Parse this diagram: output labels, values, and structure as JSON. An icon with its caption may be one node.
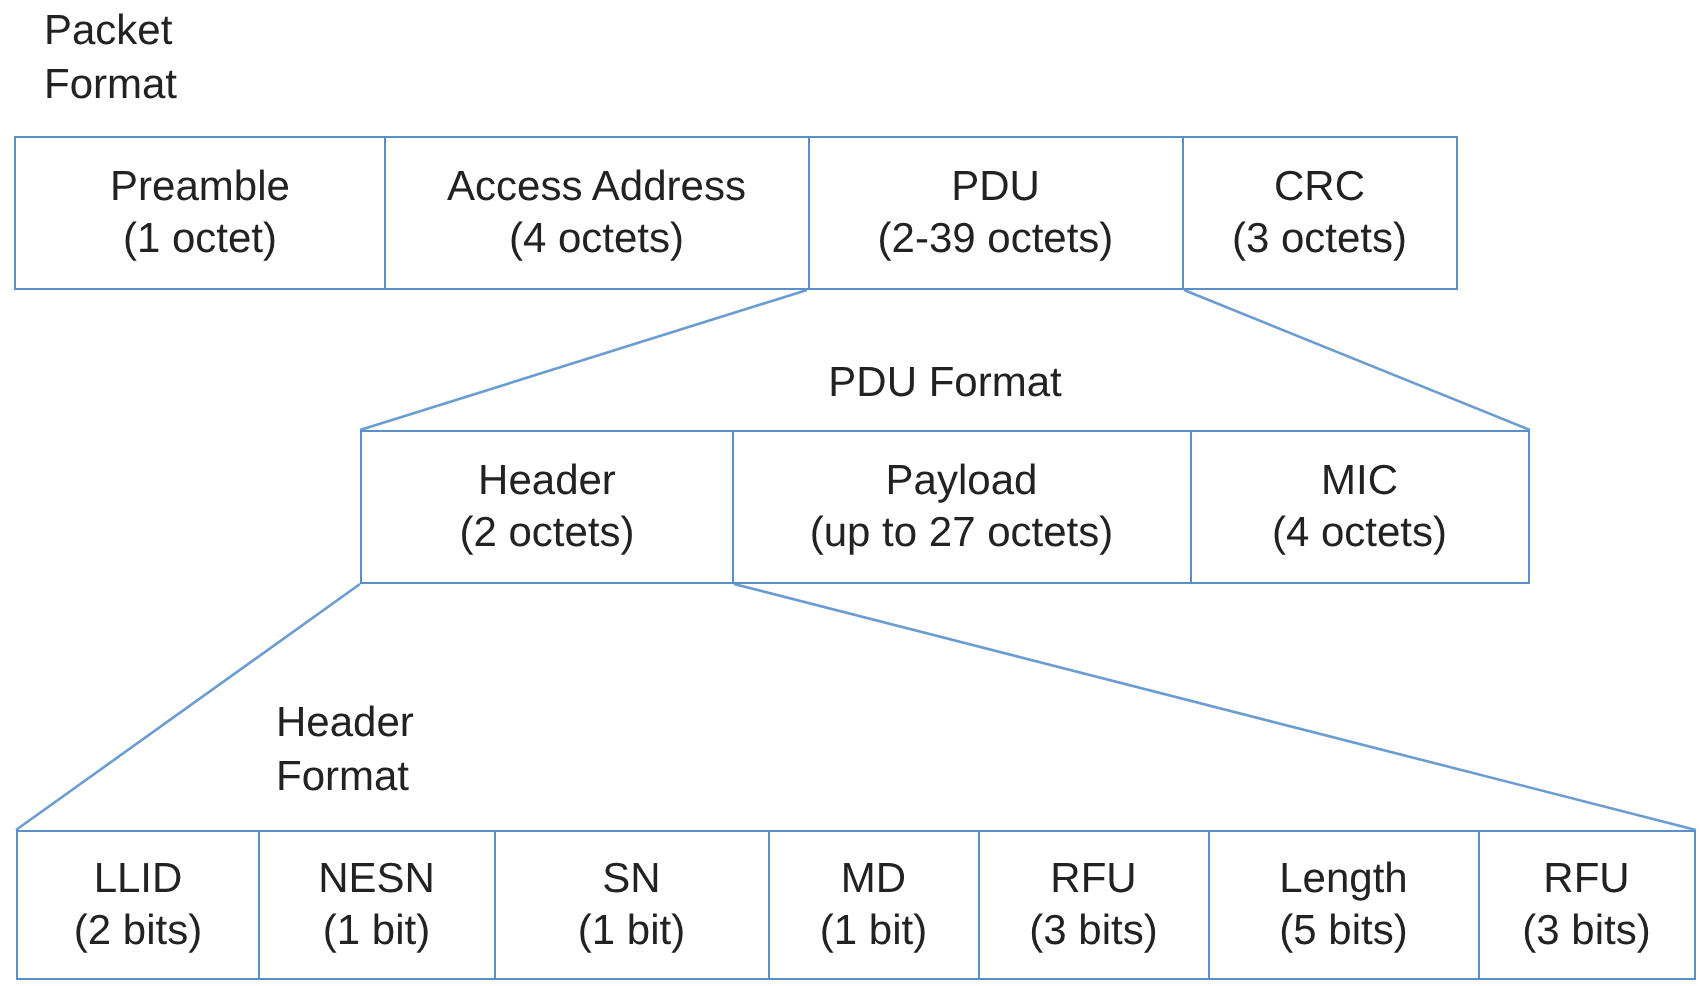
{
  "diagram": {
    "nodes": [
      {
        "text": [
          "Packet Format"
        ]
      },
      {
        "text": [
          "Preamble",
          "(1 octet)"
        ],
        "in": 0
      },
      {
        "text": [
          "Access Address",
          "(4 octets)"
        ],
        "in": 0
      },
      {
        "text": [
          "PDU",
          "(2-39 octets)"
        ],
        "in": 0
      },
      {
        "text": [
          "CRC",
          "(3 octets)"
        ],
        "in": 0
      },
      {
        "text": [
          "PDU Format"
        ]
      },
      {
        "text": [
          "Header",
          "(2 octets)"
        ],
        "in": 5
      },
      {
        "text": [
          "Payload",
          "(up to 27 octets)"
        ],
        "in": 5
      },
      {
        "text": [
          "MIC",
          "(4 octets)"
        ],
        "in": 5
      },
      {
        "text": [
          "Header Format"
        ]
      },
      {
        "text": [
          "LLID",
          "(2 bits)"
        ],
        "in": 9
      },
      {
        "text": [
          "NESN",
          "(1 bit)"
        ],
        "in": 9
      },
      {
        "text": [
          "SN",
          "(1 bit)"
        ],
        "in": 9
      },
      {
        "text": [
          "MD",
          "(1 bit)"
        ],
        "in": 9
      },
      {
        "text": [
          "RFU",
          "(3 bits)"
        ],
        "in": 9
      },
      {
        "text": [
          "Length",
          "(5 bits)"
        ],
        "in": 9
      },
      {
        "text": [
          "RFU",
          "(3 bits)"
        ],
        "in": 9
      }
    ],
    "edges": [
      {
        "from": 3,
        "to": 5,
        "arrow": "none"
      },
      {
        "from": 3,
        "to": 5,
        "arrow": "none"
      },
      {
        "from": 6,
        "to": 9,
        "arrow": "none"
      },
      {
        "from": 6,
        "to": 9,
        "arrow": "none"
      }
    ]
  }
}
